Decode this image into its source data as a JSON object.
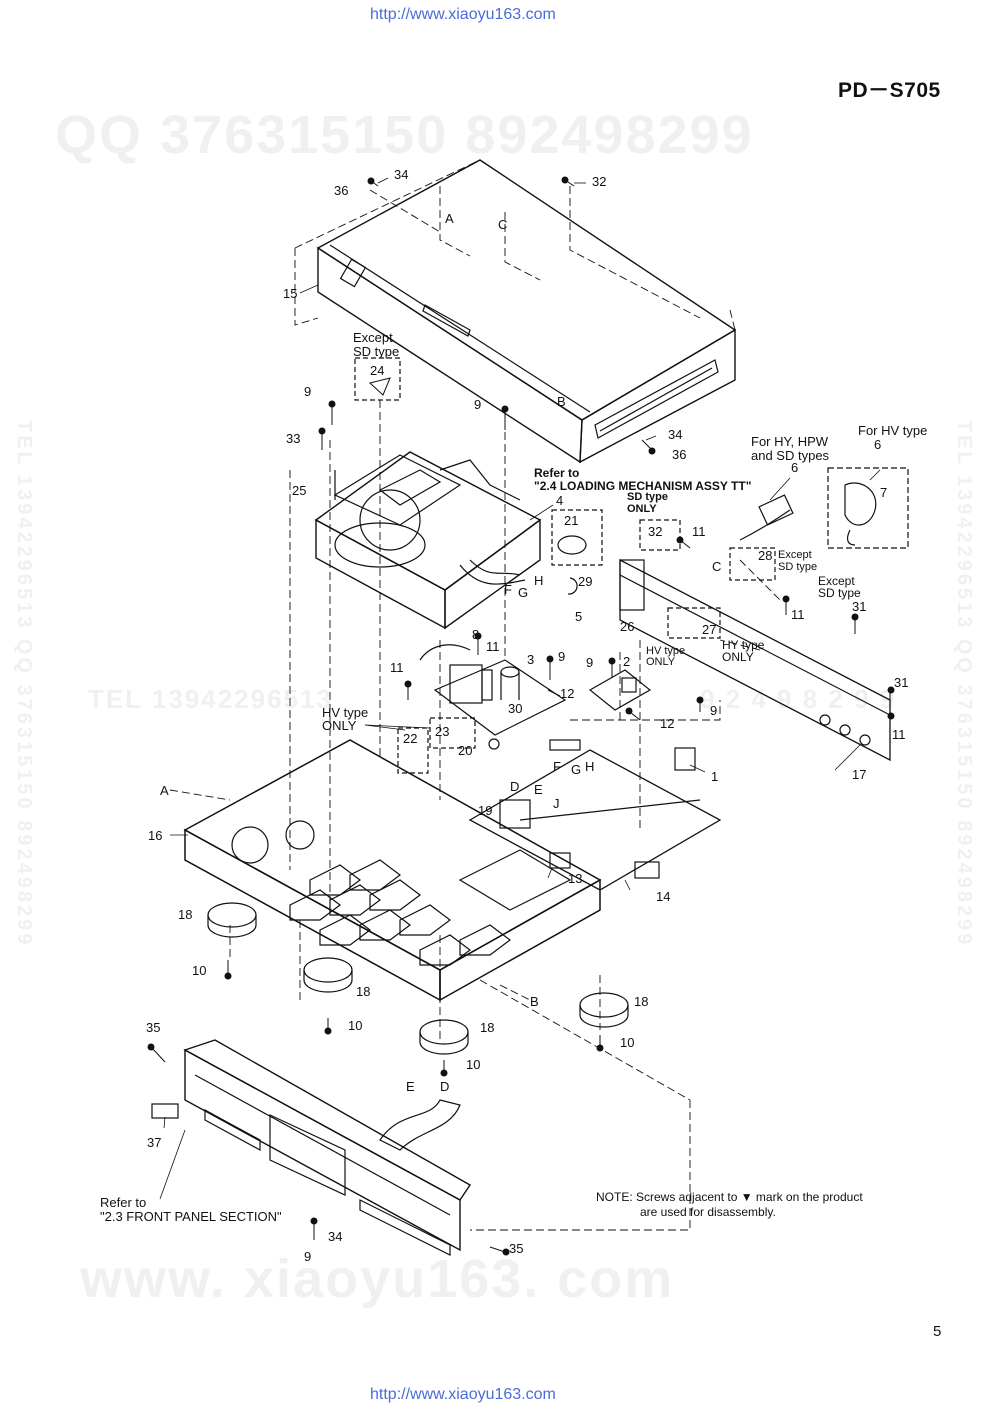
{
  "header": {
    "url_top": "http://www.xiaoyu163.com",
    "model": "PD－S705"
  },
  "footer": {
    "url_bottom": "http://www.xiaoyu163.com",
    "page_number": "5"
  },
  "watermarks": {
    "qq_top": "QQ 376315150   892498299",
    "tel_mid": "TEL 13942296513",
    "tel_mid_right": "9 2 4 9 8 2 9 9",
    "side_left": "TEL 13942296513  QQ 376315150  892498299",
    "side_right": "TEL 13942296513  QQ 376315150  892498299",
    "www_bottom": "www. xiaoyu163. com"
  },
  "callouts": {
    "except_sd_1": "Except\nSD type",
    "refer_loading": "Refer to\n\"2.4 LOADING MECHANISM ASSY TT\"",
    "sd_only": "SD type\nONLY",
    "for_hy": "For HY, HPW\nand SD types",
    "for_hv": "For HV type",
    "except_sd_2": "Except\nSD type",
    "except_sd_3": "Except\nSD type",
    "hy_only": "HY type\nONLY",
    "hv_only_1": "HV type\nONLY",
    "hv_only_2": "HV type\nONLY",
    "refer_front": "Refer to\n\"2.3 FRONT PANEL SECTION\""
  },
  "note": {
    "line1": "NOTE: Screws adjacent to ▼ mark on the product",
    "line2": "are used for disassembly."
  },
  "part_numbers": {
    "p1": "1",
    "p2": "2",
    "p3": "3",
    "p4": "4",
    "p5": "5",
    "p6a": "6",
    "p6b": "6",
    "p7": "7",
    "p8": "8",
    "p9a": "9",
    "p9b": "9",
    "p9c": "9",
    "p9d": "9",
    "p9e": "9",
    "p9f": "9",
    "p10a": "10",
    "p10b": "10",
    "p10c": "10",
    "p10d": "10",
    "p11a": "11",
    "p11b": "11",
    "p11c": "11",
    "p11d": "11",
    "p11e": "11",
    "p12a": "12",
    "p12b": "12",
    "p13": "13",
    "p14": "14",
    "p15": "15",
    "p16": "16",
    "p17": "17",
    "p18a": "18",
    "p18b": "18",
    "p18c": "18",
    "p18d": "18",
    "p19": "19",
    "p20": "20",
    "p21": "21",
    "p22": "22",
    "p23": "23",
    "p24": "24",
    "p25": "25",
    "p26": "26",
    "p27": "27",
    "p28": "28",
    "p29": "29",
    "p30": "30",
    "p31a": "31",
    "p31b": "31",
    "p32a": "32",
    "p32b": "32",
    "p33": "33",
    "p34a": "34",
    "p34b": "34",
    "p34c": "34",
    "p35a": "35",
    "p35b": "35",
    "p36a": "36",
    "p36b": "36",
    "p37": "37"
  },
  "connector_letters": {
    "A1": "A",
    "A2": "A",
    "B1": "B",
    "B2": "B",
    "C1": "C",
    "C2": "C",
    "D1": "D",
    "D2": "D",
    "E1": "E",
    "E2": "E",
    "F1": "F",
    "F2": "F",
    "G1": "G",
    "G2": "G",
    "H1": "H",
    "H2": "H",
    "J": "J"
  }
}
